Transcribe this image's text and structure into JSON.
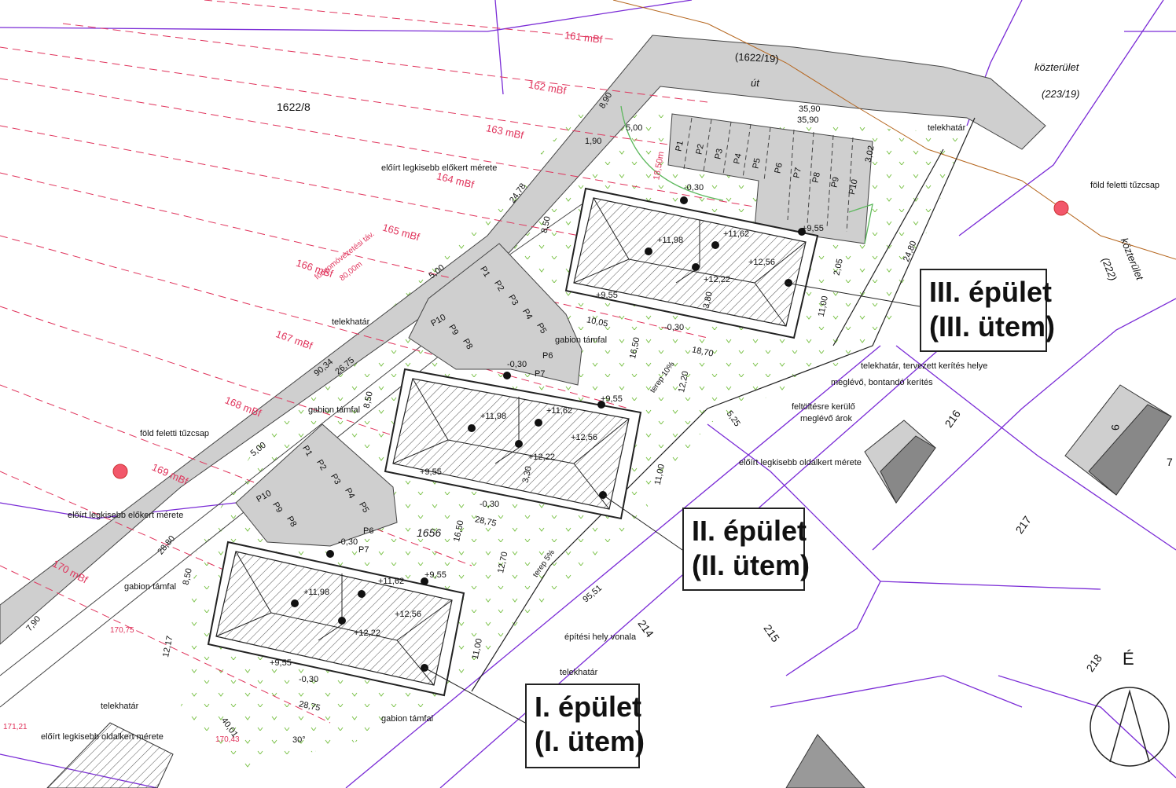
{
  "buildings": [
    {
      "name": "I. épület",
      "phase": "(I. ütem)"
    },
    {
      "name": "II. épület",
      "phase": "(II. ütem)"
    },
    {
      "name": "III. épület",
      "phase": "(III. ütem)"
    }
  ],
  "parcels": {
    "main": "1656",
    "north_west": "1622/8",
    "road_top": "(1622/19)",
    "road_label": "út",
    "public_area_1": "közterület",
    "public_area_1_no": "(223/19)",
    "public_area_2": "közterület",
    "public_area_2_no": "(222)",
    "p216": "216",
    "p217": "217",
    "p215": "215",
    "p214": "214",
    "p218": "218",
    "p9": "9",
    "p7": "7"
  },
  "contours": [
    "161 mBf",
    "162 mBf",
    "163 mBf",
    "164 mBf",
    "165 mBf",
    "166 mBf",
    "167 mBf",
    "168 mBf",
    "169 mBf",
    "170 mBf"
  ],
  "annotations": {
    "hydrant": "föld feletti tűzcsap",
    "front_yard": "előírt legkisebb előkert mérete",
    "side_yard": "előírt legkisebb oldalkert mérete",
    "plot_boundary": "telekhatár",
    "gabion": "gabion támfal",
    "fence_planned": "telekhatár, tervezett kerítés helye",
    "fence_existing": "meglévő, bontandó kerítés",
    "ditch_1": "feltöltésre kerülő",
    "ditch_2": "meglévő árok",
    "build_line": "építési hely vonala",
    "slope_1": "terep 10%",
    "slope_2": "terep 5%",
    "pipe_1": "főnyomóvezetési táv.",
    "pipe_2": "80,00m",
    "north": "É",
    "angle": "30°"
  },
  "levels": {
    "ridge": "+11,98",
    "ridge2": "+11,62",
    "eave": "+12,56",
    "mid": "+12,22",
    "top": "+9,55",
    "ground": "-0,30",
    "spot_1": "170,75",
    "spot_2": "171,21",
    "spot_3": "170,43"
  },
  "dimensions": {
    "d1": "35,90",
    "d2": "35,90",
    "d3": "24,78",
    "d4": "90,34",
    "d5": "26,75",
    "d6": "28,80",
    "d7": "95,51",
    "d8": "40,01",
    "d9": "28,75",
    "d10": "28,75",
    "d11": "24,80",
    "d12": "18,70",
    "d13": "16,50",
    "d14": "16,50",
    "d15": "12,20",
    "d16": "12,70",
    "d17": "12,17",
    "d18": "11,00",
    "d19": "11,00",
    "d20": "11,00",
    "d21": "10,05",
    "d22": "8,50",
    "d23": "8,50",
    "d24": "8,50",
    "d25": "5,00",
    "d26": "3,80",
    "d27": "3,30",
    "d28": "3,02",
    "d29": "2,05",
    "d30": "7,90",
    "d31": "18,50m",
    "d32": "5,25",
    "d33": "8,90",
    "d34": "1,90"
  },
  "parking": [
    "P1",
    "P2",
    "P3",
    "P4",
    "P5",
    "P6",
    "P7",
    "P8",
    "P9",
    "P10"
  ],
  "colors": {
    "parcel_line": "#7a2bd6",
    "contour": "#e0335b",
    "road_fill": "#cfcfcf",
    "building_line": "#222222",
    "hydrant": "#f2576a",
    "vegetation": "#7cc24a",
    "existing_contour": "#b5651d"
  }
}
